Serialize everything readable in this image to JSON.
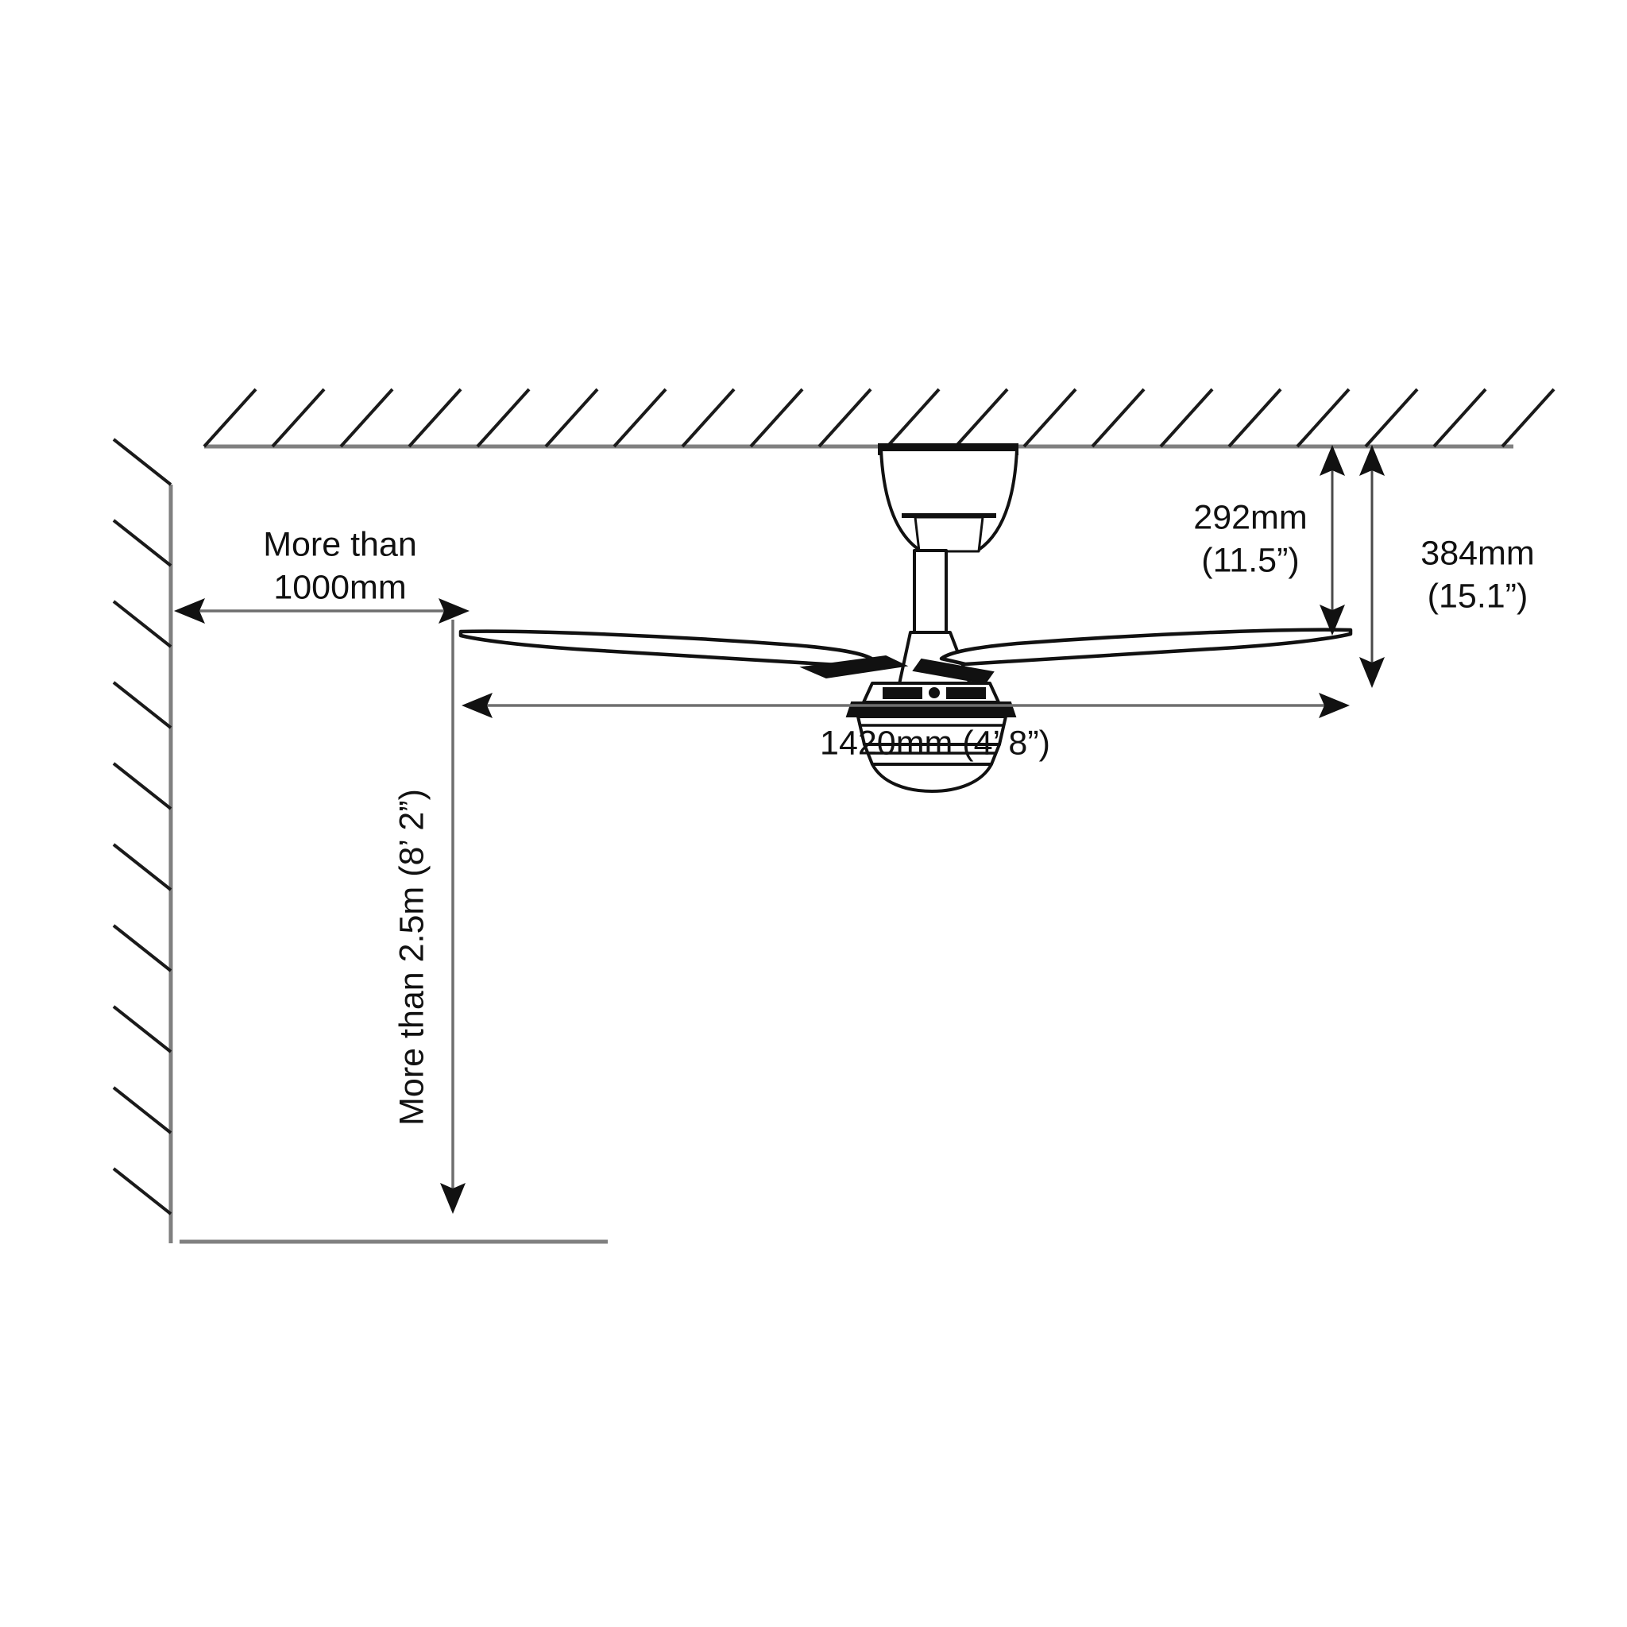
{
  "diagram": {
    "title": "Ceiling Fan Installation Clearance Diagram",
    "type": "technical-installation-drawing",
    "background_color": "#ffffff",
    "line_color": "#111111",
    "structure_color": "#808080"
  },
  "structures": {
    "ceiling": {
      "name": "ceiling",
      "hatch_count": 20,
      "hatch_direction": "up-right"
    },
    "wall": {
      "name": "wall",
      "hatch_count": 9,
      "hatch_direction": "down-right"
    },
    "floor": {
      "name": "floor"
    }
  },
  "fan": {
    "name": "ceiling-fan",
    "parts": [
      "canopy",
      "downrod",
      "motor-housing",
      "blade-hub",
      "blade-left",
      "blade-right"
    ]
  },
  "dimensions": {
    "wall_clearance": {
      "label_line1": "More than",
      "label_line2": "1000mm",
      "full_label": "More than 1000mm",
      "orientation": "horizontal"
    },
    "floor_clearance": {
      "label": "More than 2.5m (8’ 2”)",
      "orientation": "vertical-rotated"
    },
    "blade_span": {
      "label": "1420mm (4’ 8”)",
      "orientation": "horizontal"
    },
    "drop_to_blade": {
      "label_line1": "292mm",
      "label_line2": "(11.5”)",
      "full_label": "292mm (11.5”)",
      "orientation": "vertical"
    },
    "total_drop": {
      "label_line1": "384mm",
      "label_line2": "(15.1”)",
      "full_label": "384mm (15.1”)",
      "orientation": "vertical"
    }
  }
}
